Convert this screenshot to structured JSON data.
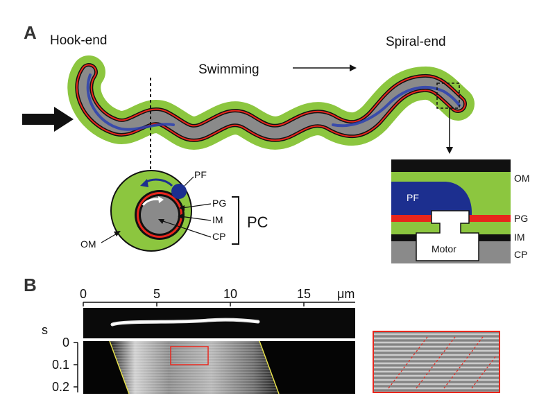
{
  "panel_a": {
    "letter": "A",
    "hook_end": "Hook-end",
    "spiral_end": "Spiral-end",
    "swimming": "Swimming",
    "cross_section": {
      "pf": "PF",
      "pg": "PG",
      "im": "IM",
      "cp": "CP",
      "om": "OM",
      "pc": "PC"
    },
    "detail": {
      "om": "OM",
      "pf": "PF",
      "pg": "PG",
      "im": "IM",
      "cp": "CP",
      "motor": "Motor"
    }
  },
  "panel_b": {
    "letter": "B",
    "x_axis": {
      "ticks": [
        "0",
        "5",
        "10",
        "15"
      ],
      "unit": "μm"
    },
    "y_axis": {
      "unit": "s",
      "ticks": [
        "0",
        "0.1",
        "0.2"
      ]
    }
  },
  "colors": {
    "green": "#8cc63f",
    "red": "#e8261c",
    "blue": "#1c2f8f",
    "gray": "#8a8a8a",
    "black": "#111111",
    "yellow": "#e6e04a"
  }
}
